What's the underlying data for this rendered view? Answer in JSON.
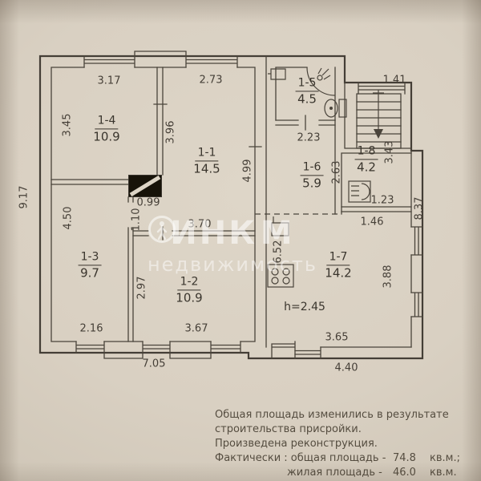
{
  "rooms": [
    {
      "id": "1-4",
      "area": "10.9"
    },
    {
      "id": "1-1",
      "area": "14.5"
    },
    {
      "id": "1-3",
      "area": "9.7"
    },
    {
      "id": "1-2",
      "area": "10.9"
    },
    {
      "id": "1-5",
      "area": "4.5"
    },
    {
      "id": "1-6",
      "area": "5.9"
    },
    {
      "id": "1-8",
      "area": "4.2"
    },
    {
      "id": "1-7",
      "area": "14.2"
    }
  ],
  "height_note": "h=2.45",
  "dims": [
    "3.17",
    "2.73",
    "3.45",
    "3.96",
    "4.99",
    "9.17",
    "4.50",
    "0.99",
    "1.10",
    "3.70",
    "2.97",
    "2.16",
    "3.67",
    "7.05",
    "1.41",
    "2.23",
    "2.63",
    "3.43",
    "1.23",
    "1.46",
    "8.37",
    "6.52",
    "3.88",
    "3.65",
    "4.40"
  ],
  "watermark": {
    "part1": "ИНК",
    "part2": "М",
    "line2": "недвижимость"
  },
  "notes": {
    "l1": "Общая площадь изменились в результате",
    "l2": "строительства присройки.",
    "l3": "Произведена реконструкция.",
    "l4a": "Фактически : общая площадь -",
    "l4b": "74.8",
    "l4c": "кв.м.;",
    "l5a": "жилая площадь -",
    "l5b": "46.0",
    "l5c": "кв.м."
  },
  "colors": {
    "paper": "#d9d0c2",
    "ink": "#4a443b",
    "watermark": "rgba(255,255,255,0.5)"
  }
}
